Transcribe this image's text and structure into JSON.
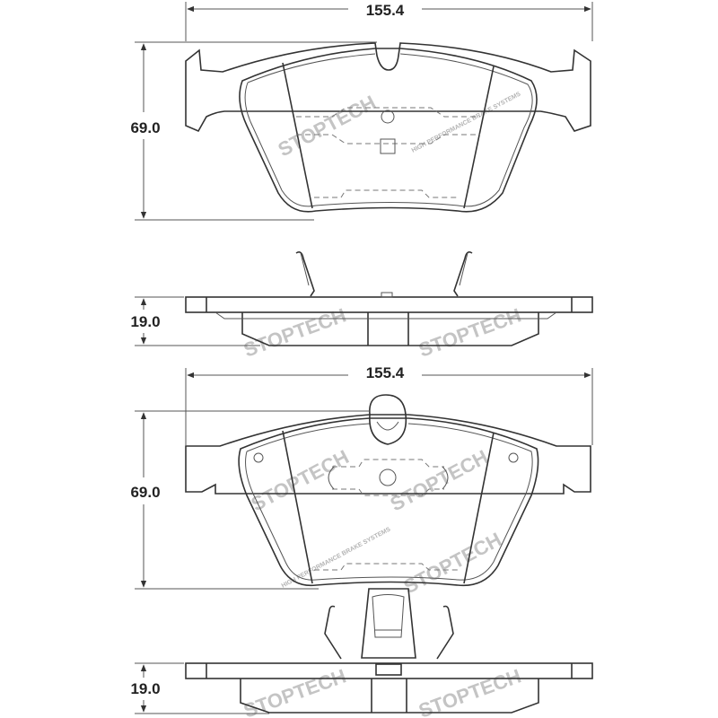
{
  "dimensions": {
    "top_width": "155.4",
    "top_height": "69.0",
    "top_thickness": "19.0",
    "bottom_width": "155.4",
    "bottom_height": "69.0",
    "bottom_thickness": "19.0"
  },
  "watermark": {
    "brand": "STOPTECH",
    "tagline": "HIGH PERFORMANCE BRAKE SYSTEMS"
  },
  "colors": {
    "line": "#333333",
    "watermark": "#c8c8c8",
    "background": "#ffffff"
  }
}
